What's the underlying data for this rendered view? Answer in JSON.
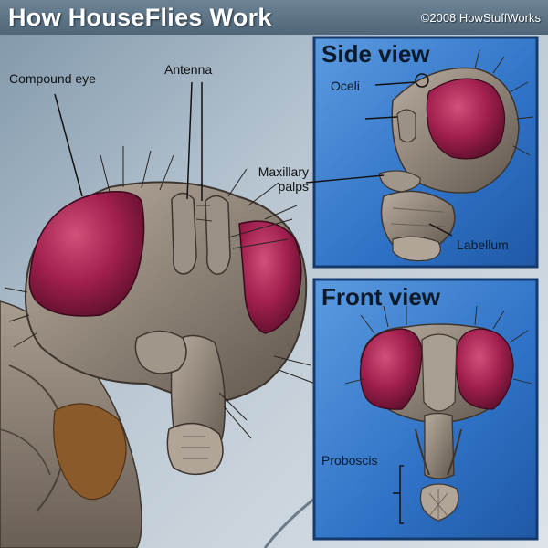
{
  "header": {
    "title": "How HouseFlies Work",
    "credit": "©2008 HowStuffWorks"
  },
  "main_view": {
    "labels": {
      "compound_eye": "Compound eye",
      "antenna": "Antenna"
    }
  },
  "side_view": {
    "title": "Side view",
    "labels": {
      "ocelli": "Oceli",
      "maxillary_palps_line1": "Maxillary",
      "maxillary_palps_line2": "palps",
      "labellum": "Labellum"
    }
  },
  "front_view": {
    "title": "Front view",
    "labels": {
      "proboscis": "Proboscis"
    }
  },
  "colors": {
    "panel_blue": "#2f72c6",
    "panel_border": "#143a6e",
    "eye": "#a01f4e",
    "head": "#8d8276"
  }
}
